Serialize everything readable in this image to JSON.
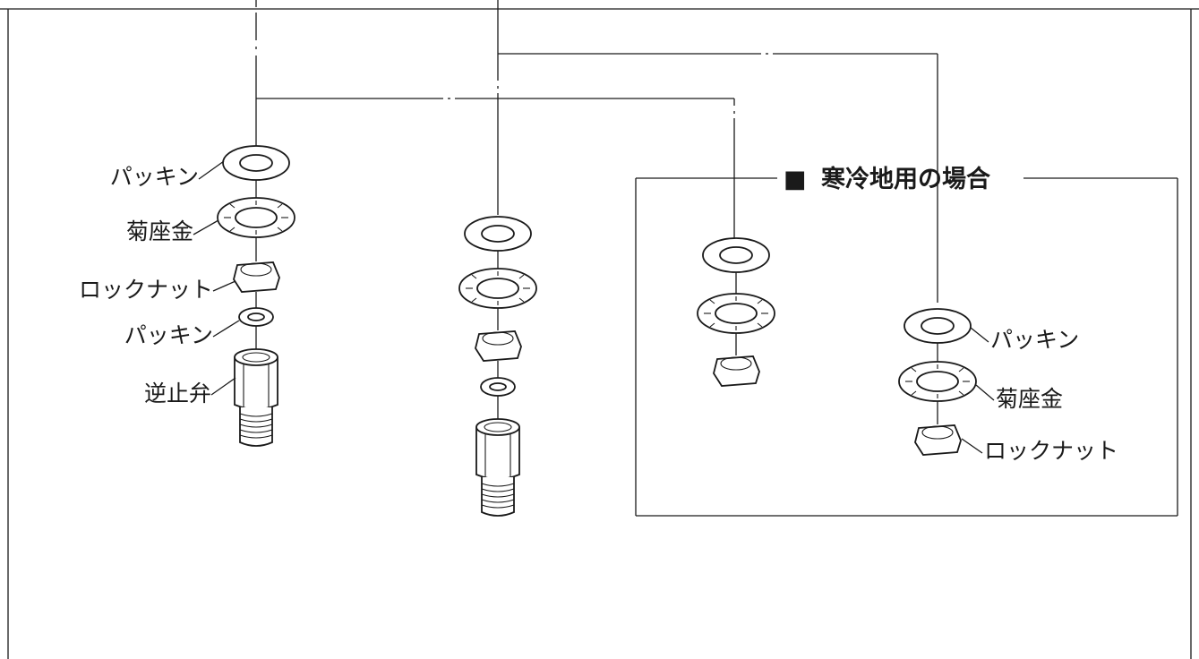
{
  "section": {
    "title_mark": "■",
    "title": "寒冷地用の場合"
  },
  "labels": {
    "left": [
      "パッキン",
      "菊座金",
      "ロックナット",
      "パッキン",
      "逆止弁"
    ],
    "right": [
      "パッキン",
      "菊座金",
      "ロックナット"
    ]
  },
  "colors": {
    "line": "#1a1a1a",
    "background": "#ffffff"
  }
}
